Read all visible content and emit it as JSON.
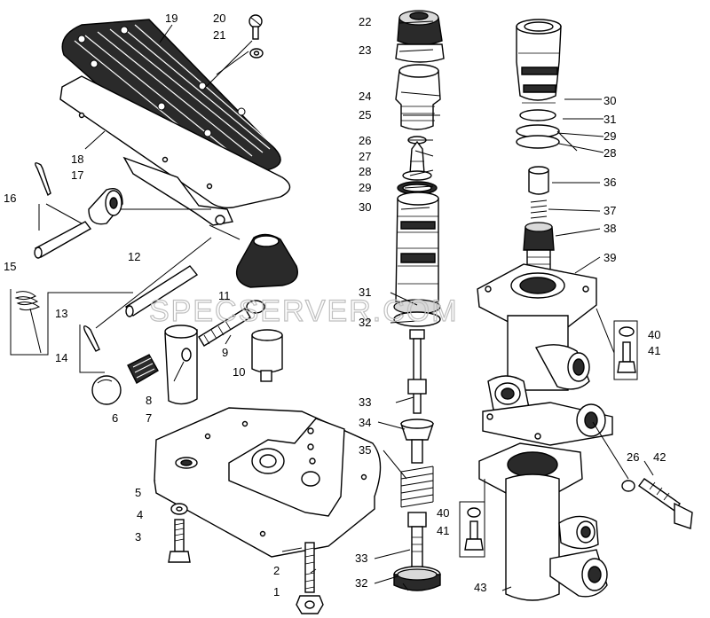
{
  "diagram": {
    "watermark": "SPECSERVER.COM",
    "callouts": [
      {
        "id": "c1",
        "text": "1"
      },
      {
        "id": "c2",
        "text": "2"
      },
      {
        "id": "c3",
        "text": "3"
      },
      {
        "id": "c4",
        "text": "4"
      },
      {
        "id": "c5",
        "text": "5"
      },
      {
        "id": "c6",
        "text": "6"
      },
      {
        "id": "c7",
        "text": "7"
      },
      {
        "id": "c8",
        "text": "8"
      },
      {
        "id": "c9",
        "text": "9"
      },
      {
        "id": "c10",
        "text": "10"
      },
      {
        "id": "c11",
        "text": "11"
      },
      {
        "id": "c12",
        "text": "12"
      },
      {
        "id": "c13",
        "text": "13"
      },
      {
        "id": "c14",
        "text": "14"
      },
      {
        "id": "c15",
        "text": "15"
      },
      {
        "id": "c16",
        "text": "16"
      },
      {
        "id": "c17",
        "text": "17"
      },
      {
        "id": "c18",
        "text": "18"
      },
      {
        "id": "c19",
        "text": "19"
      },
      {
        "id": "c20",
        "text": "20"
      },
      {
        "id": "c21",
        "text": "21"
      },
      {
        "id": "c22",
        "text": "22"
      },
      {
        "id": "c23",
        "text": "23"
      },
      {
        "id": "c24",
        "text": "24"
      },
      {
        "id": "c25",
        "text": "25"
      },
      {
        "id": "c26a",
        "text": "26"
      },
      {
        "id": "c27",
        "text": "27"
      },
      {
        "id": "c28a",
        "text": "28"
      },
      {
        "id": "c29a",
        "text": "29"
      },
      {
        "id": "c30a",
        "text": "30"
      },
      {
        "id": "c31a",
        "text": "31"
      },
      {
        "id": "c32a",
        "text": "32"
      },
      {
        "id": "c33a",
        "text": "33"
      },
      {
        "id": "c34",
        "text": "34"
      },
      {
        "id": "c35",
        "text": "35"
      },
      {
        "id": "c33b",
        "text": "33"
      },
      {
        "id": "c32b",
        "text": "32"
      },
      {
        "id": "c30b",
        "text": "30"
      },
      {
        "id": "c31b",
        "text": "31"
      },
      {
        "id": "c29b",
        "text": "29"
      },
      {
        "id": "c28b",
        "text": "28"
      },
      {
        "id": "c36",
        "text": "36"
      },
      {
        "id": "c37",
        "text": "37"
      },
      {
        "id": "c38",
        "text": "38"
      },
      {
        "id": "c39",
        "text": "39"
      },
      {
        "id": "c40a",
        "text": "40"
      },
      {
        "id": "c41a",
        "text": "41"
      },
      {
        "id": "c26b",
        "text": "26"
      },
      {
        "id": "c42",
        "text": "42"
      },
      {
        "id": "c40b",
        "text": "40"
      },
      {
        "id": "c41b",
        "text": "41"
      },
      {
        "id": "c43",
        "text": "43"
      }
    ]
  }
}
